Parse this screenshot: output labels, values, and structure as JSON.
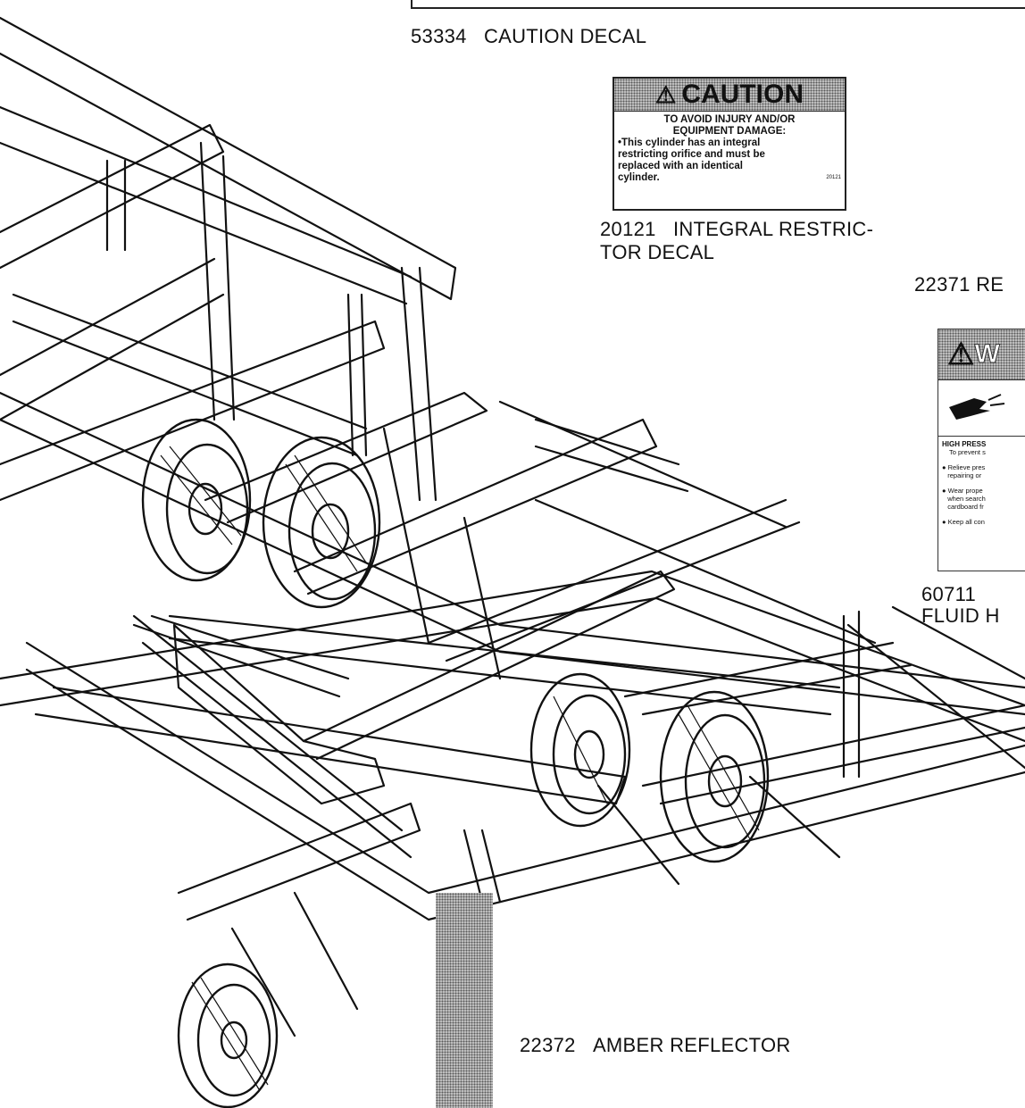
{
  "decals": {
    "caution_top": {
      "part": "53334",
      "name": "CAUTION DECAL"
    },
    "integral": {
      "part": "20121",
      "name_line1": "INTEGRAL RESTRIC-",
      "name_line2": "TOR DECAL",
      "header": "CAUTION",
      "sub1": "TO AVOID INJURY AND/OR",
      "sub2": "EQUIPMENT DAMAGE:",
      "body1": "•This cylinder has an integral",
      "body2": "restricting orifice and must be",
      "body3": "replaced with an identical",
      "body4": "cylinder.",
      "code": "20121"
    },
    "right_partial": {
      "text": "22371 RE"
    },
    "warning": {
      "header": "W",
      "title": "HIGH PRESS",
      "line1": "To prevent s",
      "bullet1a": "Relieve pres",
      "bullet1b": "repairing or",
      "bullet2a": "Wear prope",
      "bullet2b": "when search",
      "bullet2c": "cardboard fr",
      "bullet3": "Keep all con",
      "part": "60711",
      "name": "FLUID H"
    },
    "amber": {
      "part": "22372",
      "name": "AMBER REFLECTOR"
    }
  }
}
